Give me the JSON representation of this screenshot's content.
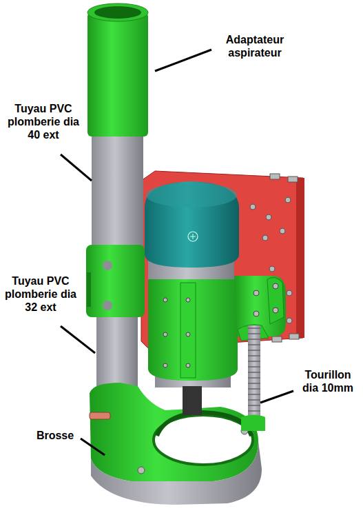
{
  "diagram": {
    "labels": [
      "Adaptateur aspirateur",
      "Tuyau PVC plomberie dia 40 ext",
      "Tuyau PVC plomberie dia 32 ext",
      "Tourillon dia 10mm",
      "Brosse"
    ]
  }
}
